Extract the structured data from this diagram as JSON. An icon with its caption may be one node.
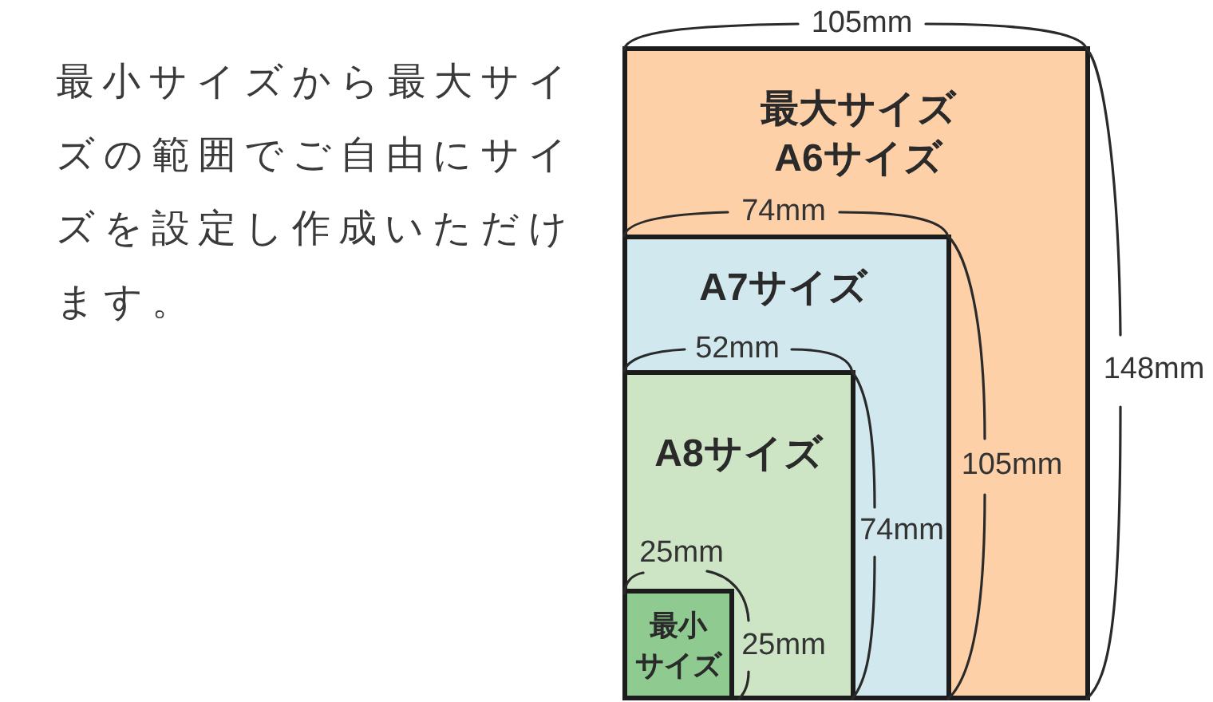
{
  "diagram": {
    "nodes": [
      {
        "text": [
          "最大サイズ",
          "A6サイズ"
        ]
      },
      {
        "text": [
          "A7サイズ"
        ],
        "in": 0
      },
      {
        "text": [
          "A8サイズ"
        ],
        "in": 1
      },
      {
        "text": [
          "最小サイズ"
        ],
        "in": 2
      }
    ],
    "labels": [
      "最小サイズから最大サイズの範囲でご自由にサイズを設定し作成いただけます。",
      "105mm",
      "74mm",
      "52mm",
      "148mm",
      "105mm",
      "74mm",
      "25mm",
      "25mm"
    ]
  }
}
